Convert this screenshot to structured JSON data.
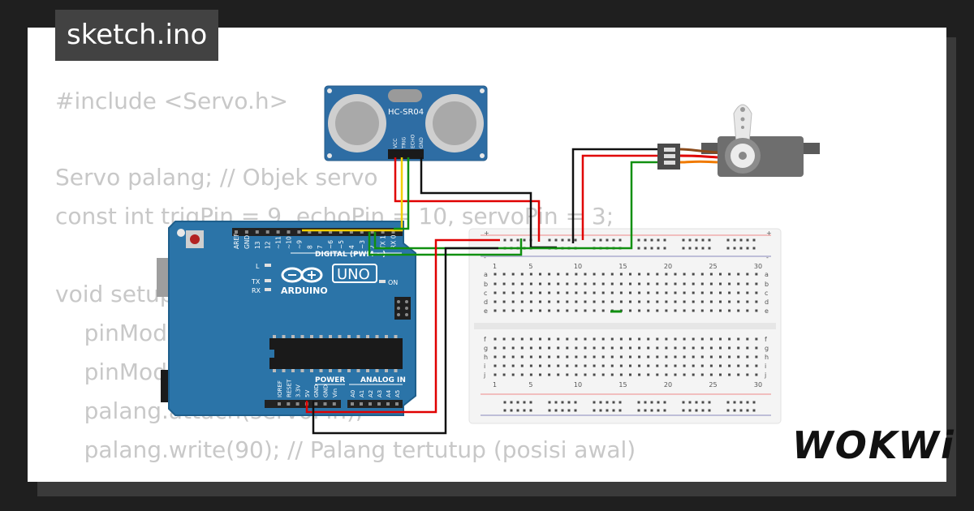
{
  "window": {
    "title": "sketch.ino"
  },
  "code": {
    "lines": [
      "#include <Servo.h>",
      "",
      "Servo palang; // Objek servo",
      "const int trigPin = 9, echoPin = 10, servoPin = 3;",
      "",
      "void setup() {",
      "    pinMode(trigPin, OUTPUT);",
      "    pinMode(echoPin, INPUT);",
      "    palang.attach(servoPin);",
      "    palang.write(90); // Palang tertutup (posisi awal)",
      "}"
    ]
  },
  "circuit": {
    "sensor": {
      "model": "HC-SR04",
      "pins": [
        "VCC",
        "TRIG",
        "ECHO",
        "GND"
      ]
    },
    "arduino": {
      "brand": "ARDUINO",
      "model": "UNO",
      "digital_header": "DIGITAL (PWM ~)",
      "power_header": "POWER",
      "analog_header": "ANALOG IN",
      "digital_pins": [
        "AREF",
        "GND",
        "13",
        "12",
        "~11",
        "~10",
        "~9",
        "8",
        "7",
        "~6",
        "~5",
        "4",
        "~3",
        "2",
        "TX 1",
        "RX 0"
      ],
      "power_pins": [
        "IOREF",
        "RESET",
        "3.3V",
        "5V",
        "GND",
        "GND",
        "Vin"
      ],
      "analog_pins": [
        "A0",
        "A1",
        "A2",
        "A3",
        "A4",
        "A5"
      ],
      "leds": [
        "L",
        "TX",
        "RX",
        "ON"
      ]
    },
    "breadboard": {
      "column_numbers": [
        "1",
        "5",
        "10",
        "15",
        "20",
        "25",
        "30"
      ],
      "rows_top": [
        "a",
        "b",
        "c",
        "d",
        "e"
      ],
      "rows_bottom": [
        "f",
        "g",
        "h",
        "i",
        "j"
      ],
      "rail_plus": "+",
      "rail_minus": "-"
    },
    "wire_colors": {
      "red": "#e00000",
      "black": "#111111",
      "green": "#109010",
      "yellow": "#f2d000",
      "orange": "#f07a00",
      "brown": "#8a4a1a"
    }
  },
  "brand": {
    "logo": "WOKWi"
  }
}
